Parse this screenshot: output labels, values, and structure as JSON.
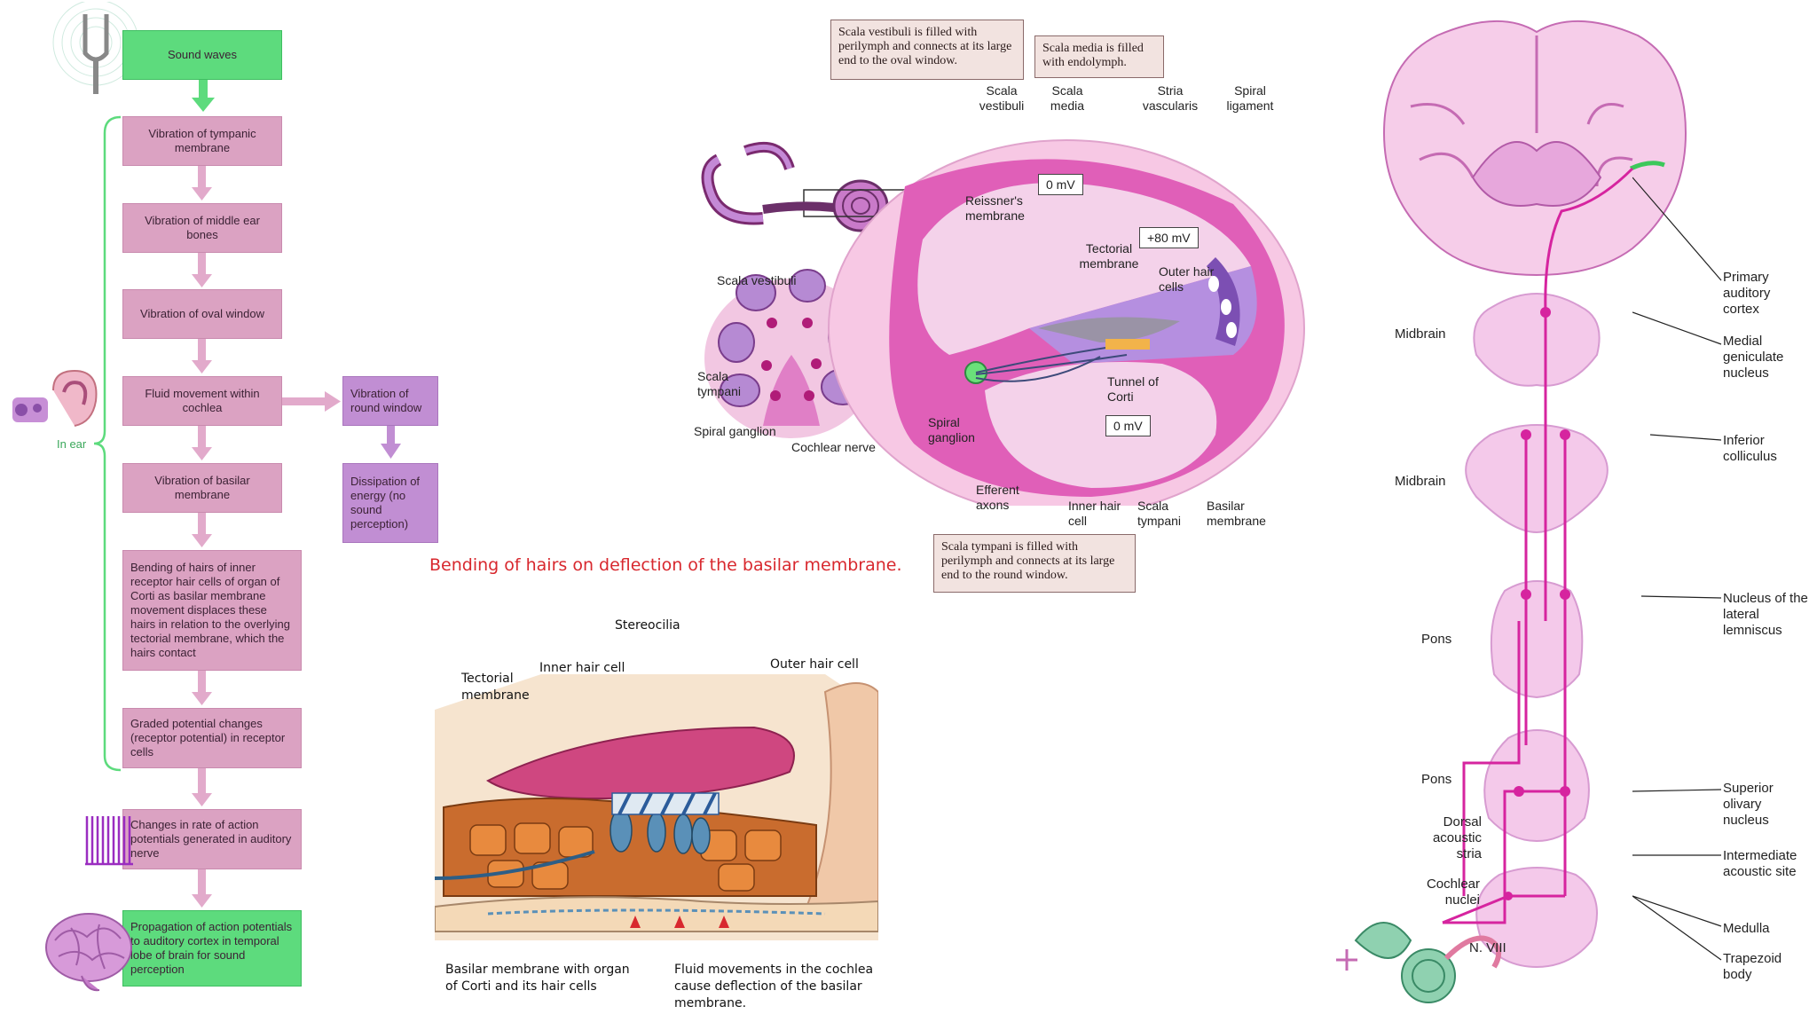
{
  "flowchart": {
    "boxes": [
      {
        "id": "sound",
        "text": "Sound waves"
      },
      {
        "id": "tympanic",
        "text": "Vibration of tympanic membrane"
      },
      {
        "id": "bones",
        "text": "Vibration of middle ear bones"
      },
      {
        "id": "oval",
        "text": "Vibration of oval window"
      },
      {
        "id": "fluid",
        "text": "Fluid movement within cochlea"
      },
      {
        "id": "round",
        "text": "Vibration of round window"
      },
      {
        "id": "dissipation",
        "text": "Dissipation of energy (no sound perception)"
      },
      {
        "id": "basilar",
        "text": "Vibration of basilar membrane"
      },
      {
        "id": "bending",
        "text": "Bending of hairs of inner receptor hair cells of organ of Corti as basilar membrane movement displaces these hairs in relation to the overlying tectorial membrane, which the hairs contact"
      },
      {
        "id": "graded",
        "text": "Graded potential changes (receptor potential) in receptor cells"
      },
      {
        "id": "changes",
        "text": "Changes in rate of action potentials generated in auditory nerve"
      },
      {
        "id": "propagation",
        "text": "Propagation of action potentials to auditory cortex in temporal lobe of brain for sound perception"
      }
    ],
    "in_ear_label": "In ear"
  },
  "cochlea": {
    "callout_vestibuli": "Scala vestibuli is filled with perilymph and connects at its large end to the oval window.",
    "callout_media": "Scala media is filled with endolymph.",
    "callout_tympani": "Scala tympani is filled with perilymph and connects at its large end to the round window.",
    "labels": {
      "scala_vestibuli_top": "Scala vestibuli",
      "scala_media_top": "Scala media",
      "stria": "Stria vascularis",
      "spiral_ligament": "Spiral ligament",
      "reissner": "Reissner's membrane",
      "tectorial": "Tectorial membrane",
      "outer_hair": "Outer hair cells",
      "tunnel": "Tunnel of Corti",
      "spiral_ganglion_mid": "Spiral ganglion",
      "efferent": "Efferent axons",
      "inner_hair": "Inner hair cell",
      "scala_tympani_bottom": "Scala tympani",
      "basilar": "Basilar membrane",
      "scala_vestibuli_left": "Scala vestibuli",
      "scala_tympani_left": "Scala tympani",
      "spiral_ganglion_left": "Spiral ganglion",
      "cochlear_nerve": "Cochlear nerve"
    },
    "mv": {
      "vestibuli": "0 mV",
      "media": "+80 mV",
      "tympani": "0 mV"
    }
  },
  "annotation": "Bending of hairs on deflection of the basilar membrane.",
  "organ_of_corti": {
    "stereocilia": "Stereocilia",
    "inner_hair_cell": "Inner hair cell",
    "outer_hair_cell": "Outer hair cell",
    "tectorial": "Tectorial membrane",
    "basilar_caption": "Basilar membrane with organ of Corti and its hair cells",
    "fluid_caption": "Fluid movements in the cochlea cause deflection of the basilar membrane."
  },
  "pathway": {
    "left_labels": {
      "midbrain1": "Midbrain",
      "midbrain2": "Midbrain",
      "pons1": "Pons",
      "pons2": "Pons",
      "dorsal": "Dorsal acoustic stria",
      "cochlear_nuclei": "Cochlear nuclei",
      "nviii": "N. VIII"
    },
    "right_labels": {
      "primary": "Primary auditory cortex",
      "medial": "Medial geniculate nucleus",
      "inferior": "Inferior colliculus",
      "lateral": "Nucleus of the lateral lemniscus",
      "superior": "Superior olivary nucleus",
      "intermediate": "Intermediate acoustic site",
      "medulla": "Medulla",
      "trapezoid": "Trapezoid body"
    }
  },
  "colors": {
    "green": "#5ddb7d",
    "pink_box": "#dba2c2",
    "purple_box": "#c18ed3",
    "magenta": "#d6249f"
  }
}
